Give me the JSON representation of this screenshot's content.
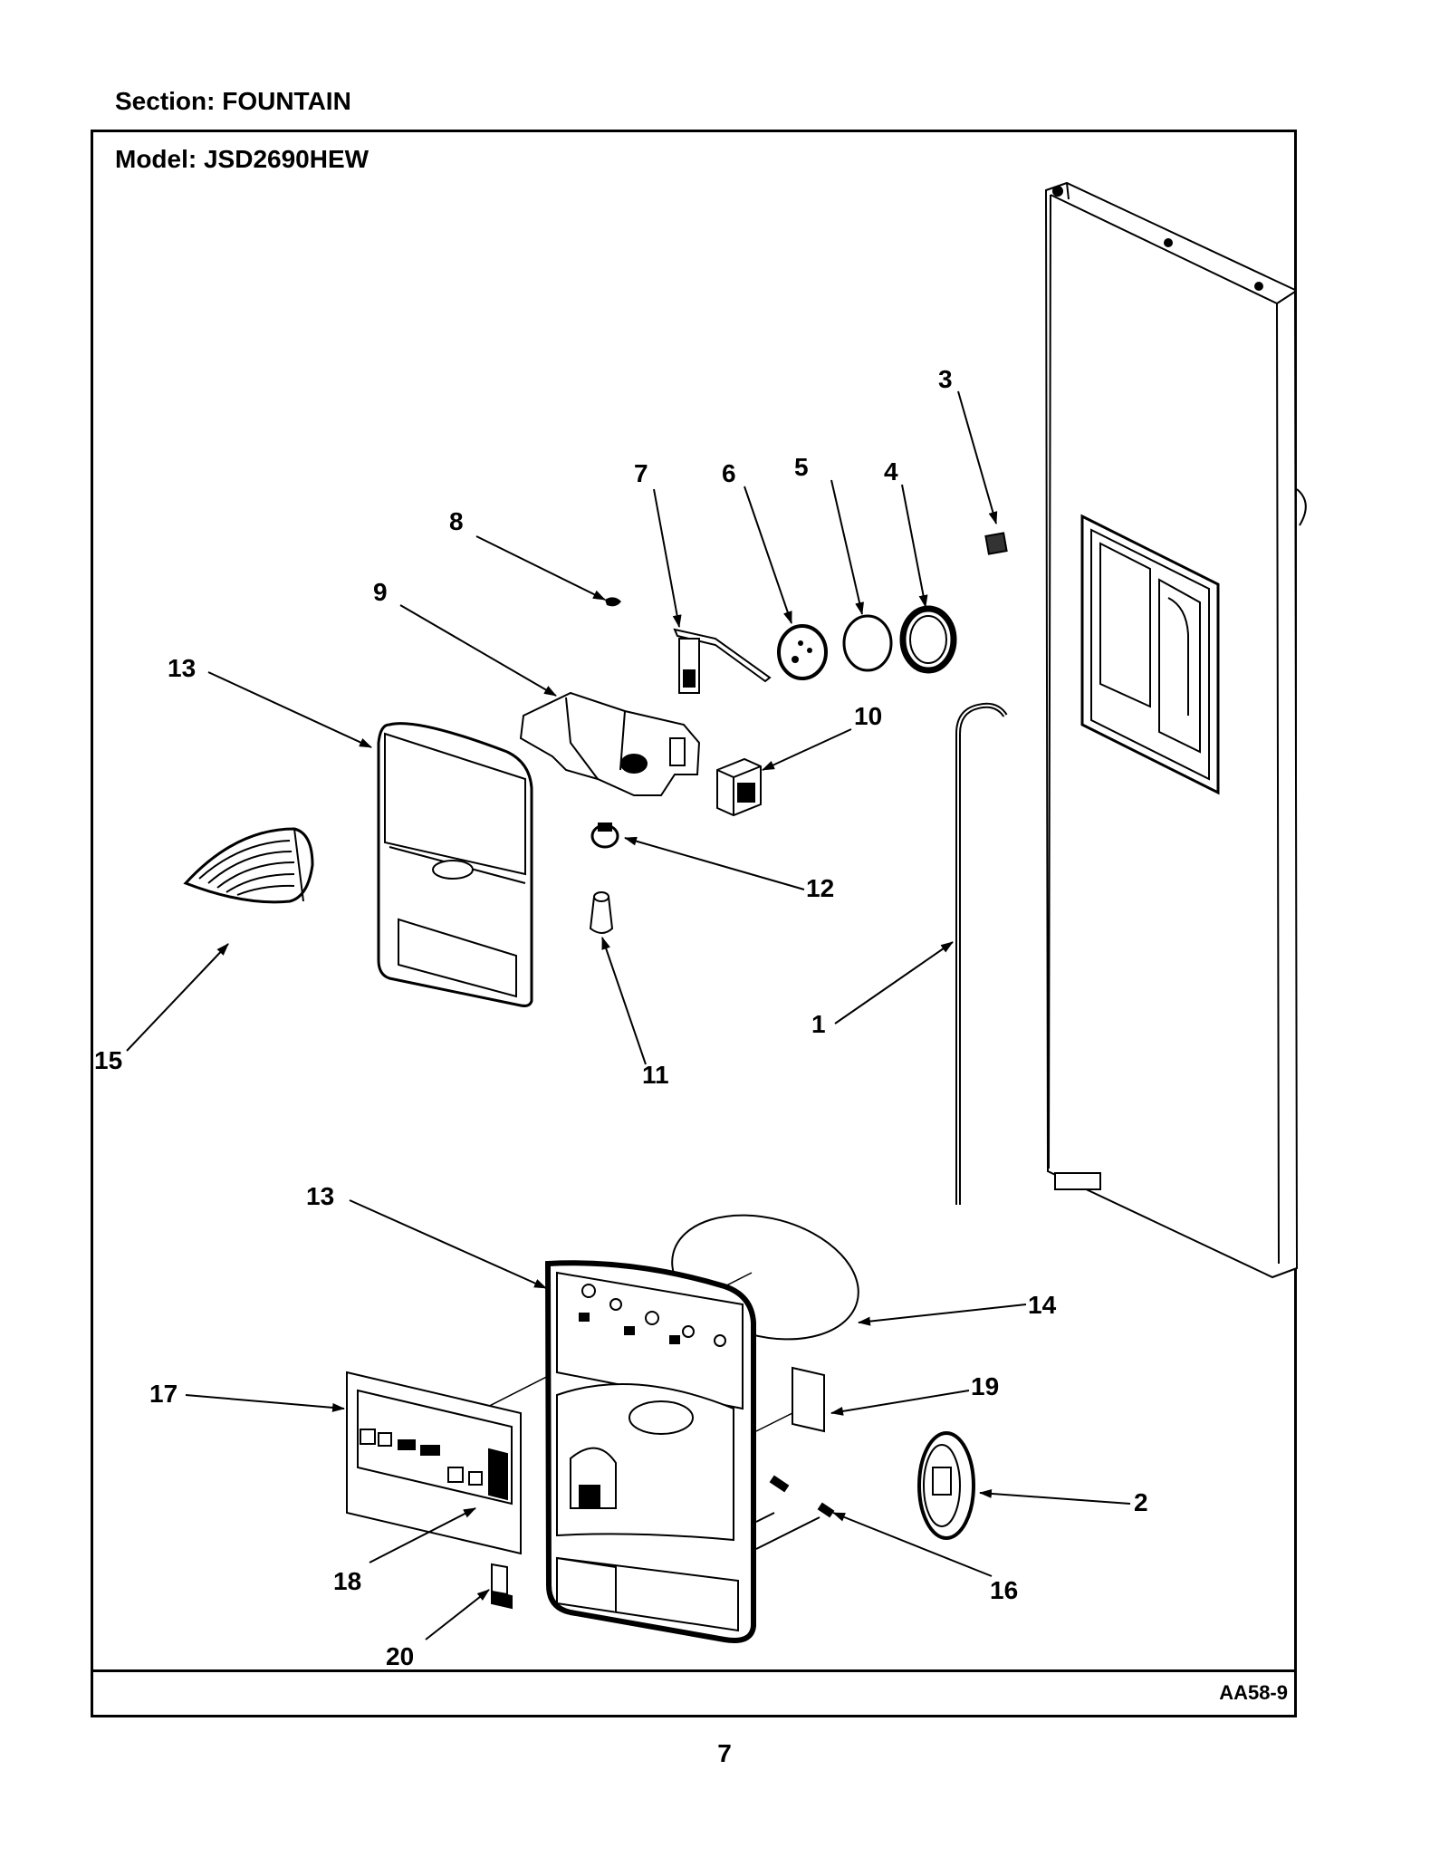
{
  "header": {
    "section": "Section:  FOUNTAIN",
    "model": "Model:  JSD2690HEW"
  },
  "footer": {
    "diagram_code": "AA58-9",
    "page_number": "7"
  },
  "callouts": [
    {
      "id": "c1",
      "label": "1"
    },
    {
      "id": "c2",
      "label": "2"
    },
    {
      "id": "c3",
      "label": "3"
    },
    {
      "id": "c4",
      "label": "4"
    },
    {
      "id": "c5",
      "label": "5"
    },
    {
      "id": "c6",
      "label": "6"
    },
    {
      "id": "c7",
      "label": "7"
    },
    {
      "id": "c8",
      "label": "8"
    },
    {
      "id": "c9",
      "label": "9"
    },
    {
      "id": "c10",
      "label": "10"
    },
    {
      "id": "c11",
      "label": "11"
    },
    {
      "id": "c12",
      "label": "12"
    },
    {
      "id": "c13a",
      "label": "13"
    },
    {
      "id": "c13b",
      "label": "13"
    },
    {
      "id": "c14",
      "label": "14"
    },
    {
      "id": "c15",
      "label": "15"
    },
    {
      "id": "c16",
      "label": "16"
    },
    {
      "id": "c17",
      "label": "17"
    },
    {
      "id": "c18",
      "label": "18"
    },
    {
      "id": "c19",
      "label": "19"
    },
    {
      "id": "c20",
      "label": "20"
    }
  ]
}
